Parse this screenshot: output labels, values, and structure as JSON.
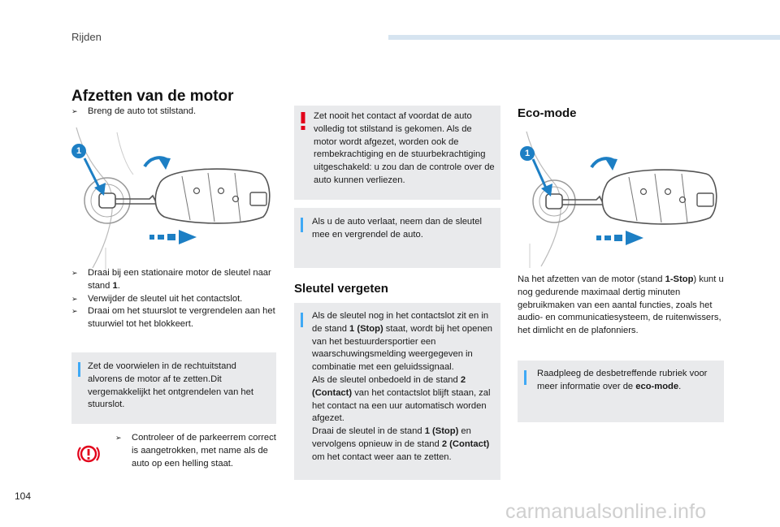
{
  "header": {
    "section": "Rijden"
  },
  "page_number": "104",
  "watermark": "carmanualsonline.info",
  "left": {
    "title": "Afzetten van de motor",
    "step1": "Breng de auto tot stilstand.",
    "steps": [
      "Draai bij een stationaire motor de sleutel naar stand ",
      "Verwijder de sleutel uit het contactslot.",
      "Draai om het stuurslot te vergrendelen aan het stuurwiel tot het blokkeert."
    ],
    "step2_bold": "1",
    "step2_tail": ".",
    "info_box": "Zet de voorwielen in de rechtuitstand alvorens de motor af te zetten.Dit vergemakkelijkt het ontgrendelen van het stuurslot.",
    "check": "Controleer of de parkeerrem correct is aangetrokken, met name als de auto op een helling staat.",
    "callout": "1"
  },
  "middle": {
    "warning_box": "Zet nooit het contact af voordat de auto volledig tot stilstand is gekomen. Als de motor wordt afgezet, worden ook de rembekrachtiging en de stuurbekrachtiging uitgeschakeld: u zou dan de controle over de auto kunnen verliezen.",
    "info_box": "Als u de auto verlaat, neem dan de sleutel mee en vergrendel de auto.",
    "sub_title": "Sleutel vergeten",
    "forgot": {
      "p1": "Als de sleutel nog in het contactslot zit en in de stand ",
      "p1_bold": "1 (Stop)",
      "p1_tail": " staat, wordt bij het openen van het bestuurdersportier een waarschuwingsmelding weergegeven in combinatie met een geluidssignaal.",
      "p2": "Als de sleutel onbedoeld in de stand ",
      "p2_bold": "2 (Contact)",
      "p2_tail": " van het contactslot blijft staan, zal het contact na een uur automatisch worden afgezet.",
      "p3": "Draai de sleutel in de stand ",
      "p3_bold": "1 (Stop)",
      "p3_mid": " en vervolgens opnieuw in de stand ",
      "p3_bold2": "2 (Contact)",
      "p3_tail": " om het contact weer aan te zetten."
    }
  },
  "right": {
    "title": "Eco-mode",
    "callout": "1",
    "body_a": "Na het afzetten van de motor (stand ",
    "body_bold": "1-Stop",
    "body_b": ") kunt u nog gedurende maximaal dertig minuten gebruikmaken van een aantal functies, zoals het audio- en communicatiesysteem, de ruitenwissers, het dimlicht en de plafonniers.",
    "info_a": "Raadpleeg de desbetreffende rubriek voor meer informatie over de ",
    "info_bold": "eco-mode",
    "info_b": "."
  },
  "colors": {
    "info_bar": "#3fa9f5",
    "warning": "#e2001a",
    "box_bg": "#e9eaec",
    "header_bar": "#d6e4f0",
    "arrow_blue": "#1d7fc4"
  }
}
